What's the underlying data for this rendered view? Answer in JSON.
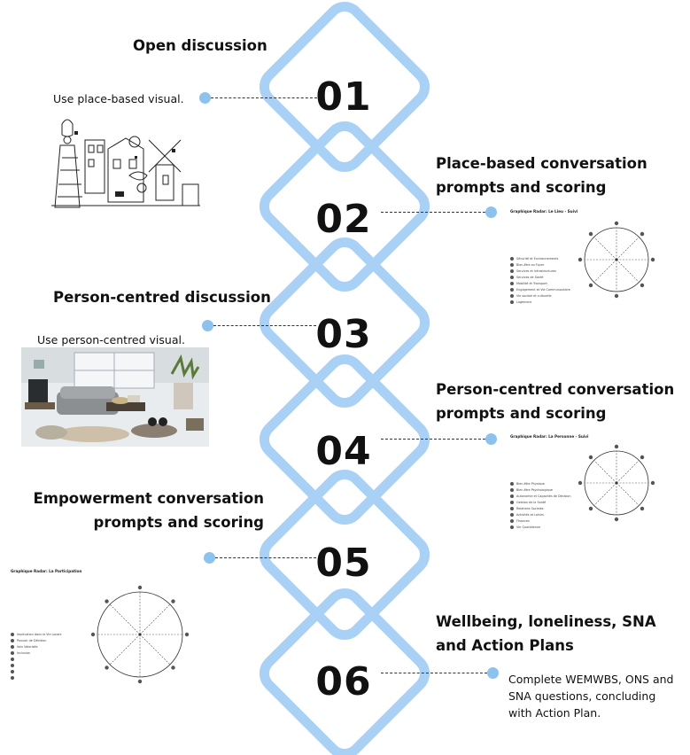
{
  "colors": {
    "chain": "#a9d0f5",
    "dot": "#8cc2ee"
  },
  "steps": [
    {
      "number": "01",
      "title_lines": [
        "Open discussion"
      ],
      "note_lines": [
        "Use place-based visual."
      ]
    },
    {
      "number": "02",
      "title_lines": [
        "Place-based conversation",
        "prompts and scoring"
      ],
      "radar_title": "Graphique Radar: Le Lieu - Suivi",
      "radar_legend": [
        "Sécurité et Environnements",
        "Bien-être au Foyer",
        "Services et Infrastructures",
        "Services de Santé",
        "Mobilité et Transport",
        "Engagement et Vie Communautaire",
        "Vie sociale et culturelle",
        "Logement"
      ]
    },
    {
      "number": "03",
      "title_lines": [
        "Person-centred discussion"
      ],
      "note_lines": [
        "Use person-centred visual."
      ]
    },
    {
      "number": "04",
      "title_lines": [
        "Person-centred conversation",
        "prompts and scoring"
      ],
      "radar_title": "Graphique Radar: La Personne - Suivi",
      "radar_legend": [
        "Bien-être Physique",
        "Bien-être Psychologique",
        "Autonomie et Capacités de Décision",
        "Gestion de la Santé",
        "Relations Sociales",
        "Activités et Loisirs",
        "Finances",
        "Vie Quotidienne"
      ]
    },
    {
      "number": "05",
      "title_lines": [
        "Empowerment conversation",
        "prompts and scoring"
      ],
      "radar_title": "Graphique Radar: La Participation",
      "radar_legend": [
        "Implication dans la Vie Locale",
        "Pouvoir de Décision",
        "Voix Valorisée",
        "Inclusion",
        "",
        "",
        "",
        ""
      ]
    },
    {
      "number": "06",
      "title_lines": [
        "Wellbeing, loneliness, SNA",
        "and Action Plans"
      ],
      "note_lines": [
        "Complete WEMWBS, ONS and",
        "SNA questions, concluding",
        "with Action Plan."
      ]
    }
  ]
}
